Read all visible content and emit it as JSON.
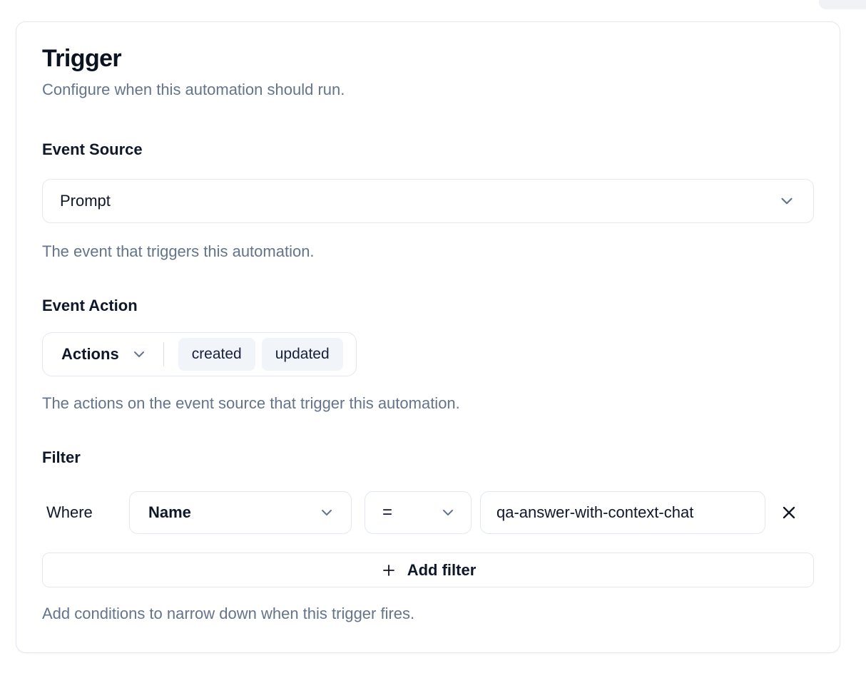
{
  "header": {
    "title": "Trigger",
    "subtitle": "Configure when this automation should run."
  },
  "event_source": {
    "label": "Event Source",
    "selected": "Prompt",
    "help": "The event that triggers this automation."
  },
  "event_action": {
    "label": "Event Action",
    "dropdown_label": "Actions",
    "selected_actions": [
      "created",
      "updated"
    ],
    "help": "The actions on the event source that trigger this automation."
  },
  "filter": {
    "label": "Filter",
    "where_label": "Where",
    "rows": [
      {
        "field": "Name",
        "operator": "=",
        "value": "qa-answer-with-context-chat"
      }
    ],
    "add_button_label": "Add filter",
    "help": "Add conditions to narrow down when this trigger fires."
  },
  "icons": {
    "dropdown": "chevron-down",
    "add_filter": "plus",
    "remove_filter": "x"
  },
  "colors": {
    "text_primary": "#0f172a",
    "text_muted": "#64748b",
    "border": "#e2e8f0",
    "chip_background": "#f1f5f9"
  }
}
